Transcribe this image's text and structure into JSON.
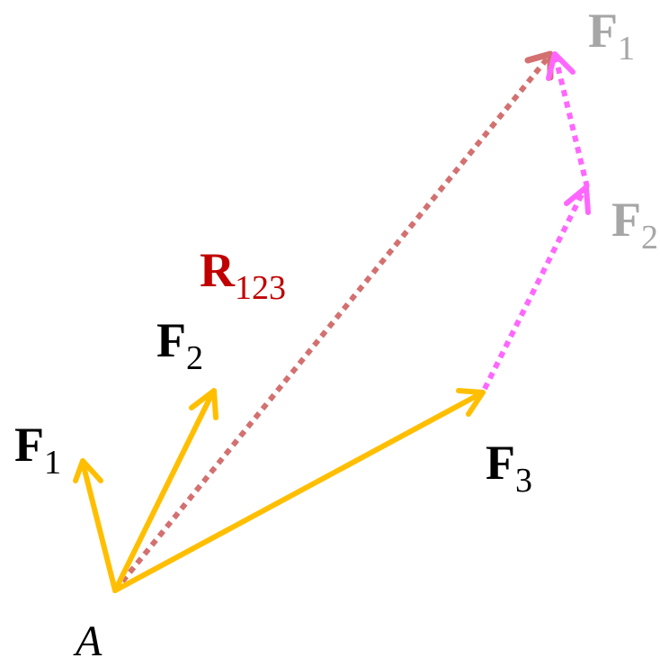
{
  "colors": {
    "force": "#FFBF00",
    "translated": "#FF66FF",
    "resultant": "#D37070",
    "resultant_label": "#C00000",
    "ghost_label": "#A6A6A6",
    "label": "#000000"
  },
  "labels": {
    "point_a": "A",
    "f1": {
      "name": "F",
      "sub": "1"
    },
    "f2": {
      "name": "F",
      "sub": "2"
    },
    "f3": {
      "name": "F",
      "sub": "3"
    },
    "r123": {
      "name": "R",
      "sub": "123"
    },
    "f2_translated": {
      "name": "F",
      "sub": "2"
    },
    "f1_translated": {
      "name": "F",
      "sub": "1"
    }
  }
}
